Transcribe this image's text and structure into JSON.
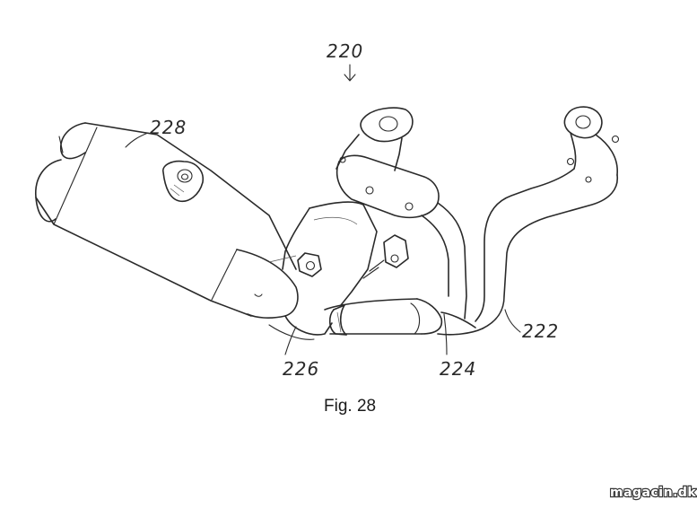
{
  "figure": {
    "caption": "Fig. 28",
    "refs": {
      "assembly": "220",
      "header_pipes": "222",
      "link_pipe": "224",
      "collector": "226",
      "muffler": "228"
    }
  },
  "watermark": "magacin.dk"
}
